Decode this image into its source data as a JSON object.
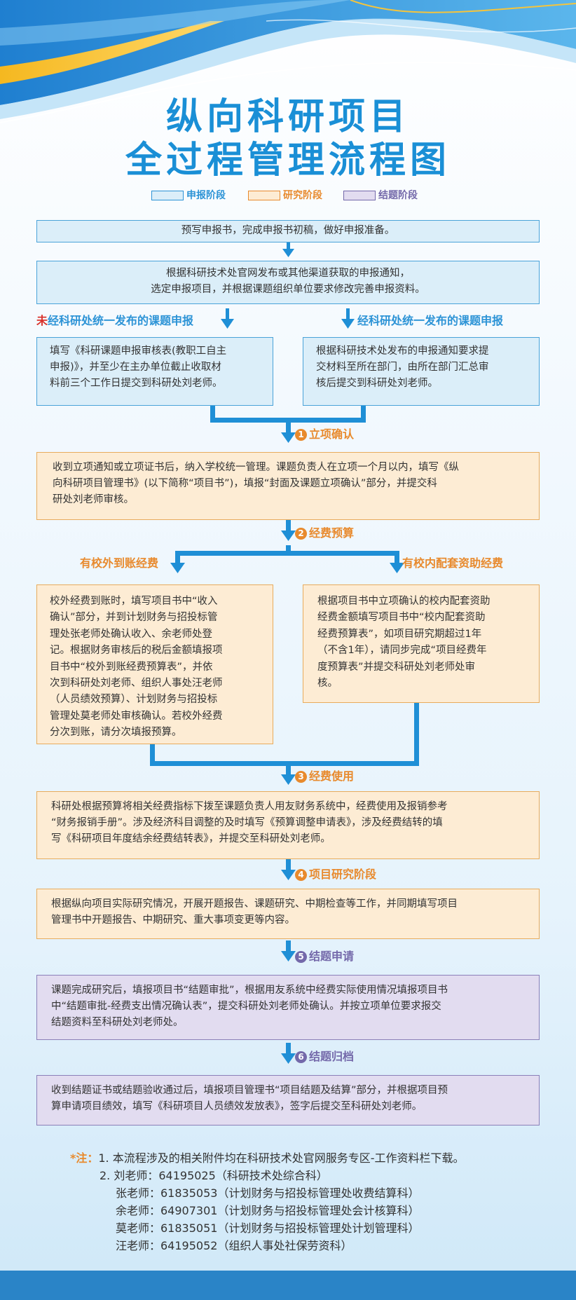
{
  "title": {
    "line1": "纵向科研项目",
    "line2": "全过程管理流程图"
  },
  "colors": {
    "apply": "#dbeef9",
    "research": "#fdecd4",
    "conclude": "#e2dcf0",
    "stage_blue": "#2c93d6",
    "stage_orange": "#e88a2d",
    "stage_purple": "#7469aa"
  },
  "legend": [
    {
      "label": "申报阶段"
    },
    {
      "label": "研究阶段"
    },
    {
      "label": "结题阶段"
    }
  ],
  "steps": {
    "prepare": "预写申报书，完成申报书初稿，做好申报准备。",
    "notice_line1": "根据科研技术处官网发布或其他渠道获取的申报通知，",
    "notice_line2": "选定申报项目，并根据课题组织单位要求修改完善申报资料。",
    "branch_left_prefix": "未",
    "branch_left_rest": "经科研处统一发布的课题申报",
    "branch_right": "经科研处统一发布的课题申报",
    "left_box": [
      "填写《科研课题申报审核表(教职工自主",
      "申报)》，并至少在主办单位截止收取材",
      "料前三个工作日提交到科研处刘老师。"
    ],
    "right_box": [
      "根据科研技术处发布的申报通知要求提",
      "交材料至所在部门，由所在部门汇总审",
      "核后提交到科研处刘老师。"
    ]
  },
  "stages": [
    {
      "num": "1",
      "label": "立项确认"
    },
    {
      "num": "2",
      "label": "经费预算"
    },
    {
      "num": "3",
      "label": "经费使用"
    },
    {
      "num": "4",
      "label": "项目研究阶段"
    },
    {
      "num": "5",
      "label": "结题申请"
    },
    {
      "num": "6",
      "label": "结题归档"
    }
  ],
  "approval_box": [
    "收到立项通知或立项证书后，纳入学校统一管理。课题负责人在立项一个月以内，填写《纵",
    "向科研项目管理书》(以下简称“项目书”)，填报“封面及课题立项确认”部分，并提交科",
    "研处刘老师审核。"
  ],
  "budget": {
    "left_label": "有校外到账经费",
    "right_label": "有校内配套资助经费",
    "left_box": [
      "校外经费到账时，填写项目书中“收入",
      "确认”部分，并到计划财务与招投标管",
      "理处张老师处确认收入、余老师处登",
      "记。根据财务审核后的税后金额填报项",
      "目书中“校外到账经费预算表”，并依",
      "次到科研处刘老师、组织人事处汪老师",
      "（人员绩效预算）、计划财务与招投标",
      "管理处莫老师处审核确认。若校外经费",
      "分次到账，请分次填报预算。"
    ],
    "right_box": [
      "根据项目书中立项确认的校内配套资助",
      "经费金额填写项目书中“校内配套资助",
      "经费预算表”，如项目研究期超过1年",
      "（不含1年），请同步完成“项目经费年",
      "度预算表”并提交科研处刘老师处审",
      "核。"
    ]
  },
  "usage_box": [
    "科研处根据预算将相关经费指标下拨至课题负责人用友财务系统中，经费使用及报销参考",
    "“财务报销手册”。涉及经济科目调整的及时填写《预算调整申请表》，涉及经费结转的填",
    "写《科研项目年度结余经费结转表》，并提交至科研处刘老师。"
  ],
  "research_box": [
    "根据纵向项目实际研究情况，开展开题报告、课题研究、中期检查等工作，并同期填写项目",
    "管理书中开题报告、中期研究、重大事项变更等内容。"
  ],
  "conclusion_box": [
    "课题完成研究后，填报项目书“结题审批”，根据用友系统中经费实际使用情况填报项目书",
    "中“结题审批-经费支出情况确认表”，提交科研处刘老师处确认。并按立项单位要求报交",
    "结题资料至科研处刘老师处。"
  ],
  "archive_box": [
    "收到结题证书或结题验收通过后，填报项目管理书“项目结题及结算”部分，并根据项目预",
    "算申请项目绩效，填写《科研项目人员绩效发放表》，签字后提交至科研处刘老师。"
  ],
  "notes": {
    "prefix": "*注：",
    "line1": "1. 本流程涉及的相关附件均在科研技术处官网服务专区-工作资料栏下载。",
    "line2": "2. 刘老师：64195025（科研技术处综合科）",
    "line3": "张老师：61835053（计划财务与招投标管理处收费结算科）",
    "line4": "余老师：64907301（计划财务与招投标管理处会计核算科）",
    "line5": "莫老师：61835051（计划财务与招投标管理处计划管理科）",
    "line6": "汪老师：64195052（组织人事处社保劳资科）"
  }
}
